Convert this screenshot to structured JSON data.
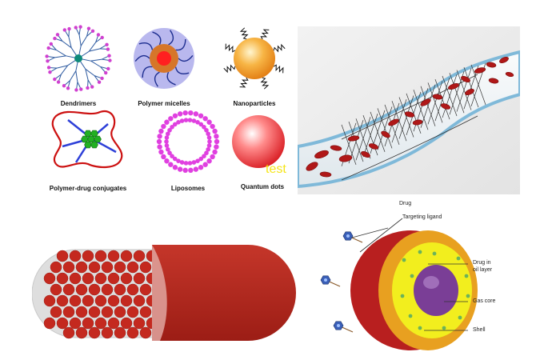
{
  "nanocarriers": {
    "items": [
      {
        "label": "Dendrimers"
      },
      {
        "label": "Polymer micelles"
      },
      {
        "label": "Nanoparticles"
      },
      {
        "label": "Polymer-drug conjugates"
      },
      {
        "label": "Liposomes"
      },
      {
        "label": "Quantum dots"
      }
    ],
    "watermark": "test"
  },
  "microbubble": {
    "labels": {
      "drug": "Drug",
      "targeting_ligand": "Targeting ligand",
      "drug_oil_line1": "Drug in",
      "drug_oil_line2": "oil layer",
      "gas_core": "Gas core",
      "shell": "Shell"
    }
  },
  "colors": {
    "dendrimer_branch": "#2d5aa0",
    "dendrimer_tip": "#d040d0",
    "dendrimer_core": "#0d8a7a",
    "micelle_halo": "#b9b8ee",
    "nanoparticle": "#f7a030",
    "conjugate_chain": "#cc1010",
    "conjugate_core": "#22b022",
    "liposome": "#e040e0",
    "quantum_dot": "#e8262e",
    "vessel_wall": "#a8d3ea",
    "red_cell": "#b01818",
    "capsule_red": "#b3271e",
    "capsule_clear": "#dedede",
    "shell_orange": "#e8a020",
    "oil_yellow": "#f2ee1e",
    "gas_purple": "#7a3e96"
  }
}
